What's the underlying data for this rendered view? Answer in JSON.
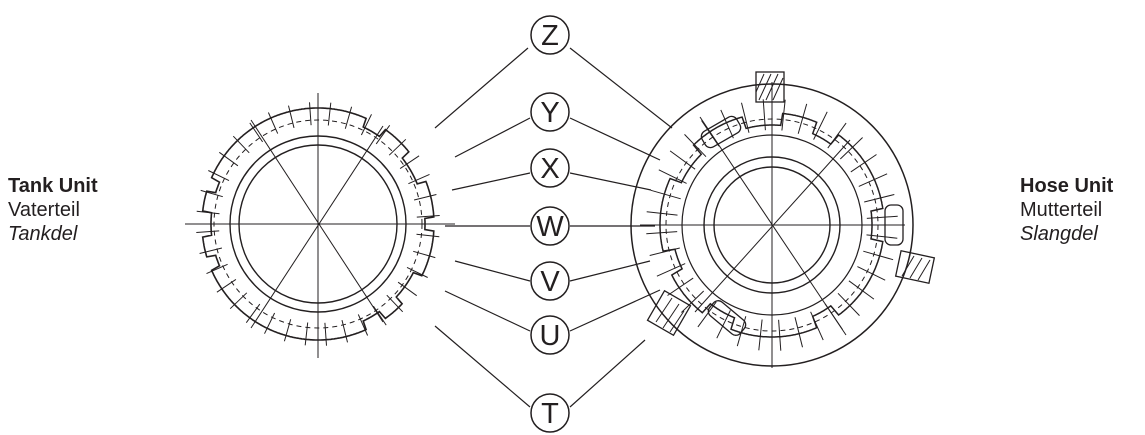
{
  "tank_unit": {
    "name_en": "Tank Unit",
    "name_de": "Vaterteil",
    "name_sv": "Tankdel"
  },
  "hose_unit": {
    "name_en": "Hose Unit",
    "name_de": "Mutterteil",
    "name_sv": "Slangdel"
  },
  "callouts": [
    "Z",
    "Y",
    "X",
    "W",
    "V",
    "U",
    "T"
  ],
  "colors": {
    "line": "#231f20",
    "background": "#ffffff"
  }
}
